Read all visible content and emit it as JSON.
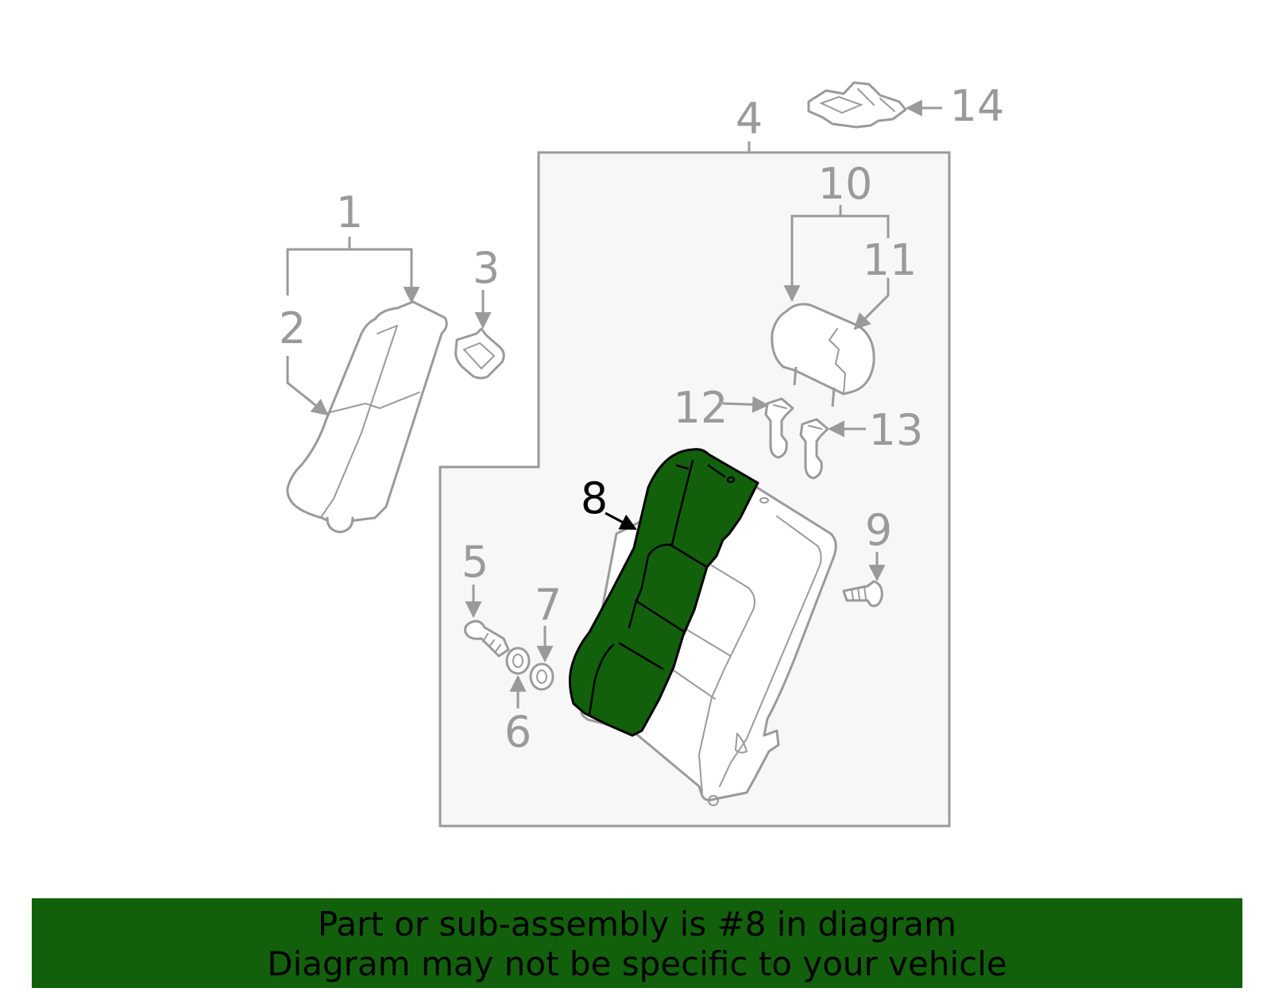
{
  "diagram": {
    "callouts": [
      "1",
      "2",
      "3",
      "4",
      "5",
      "6",
      "7",
      "8",
      "9",
      "10",
      "11",
      "12",
      "13",
      "14"
    ],
    "highlighted_callout": "8",
    "colors": {
      "highlight": "#12600c",
      "outline": "#9a9a9a",
      "box_fill": "#f7f7f7"
    }
  },
  "banner": {
    "line1": "Part or sub-assembly is #8 in diagram",
    "line2": "Diagram may not be specific to your vehicle"
  }
}
